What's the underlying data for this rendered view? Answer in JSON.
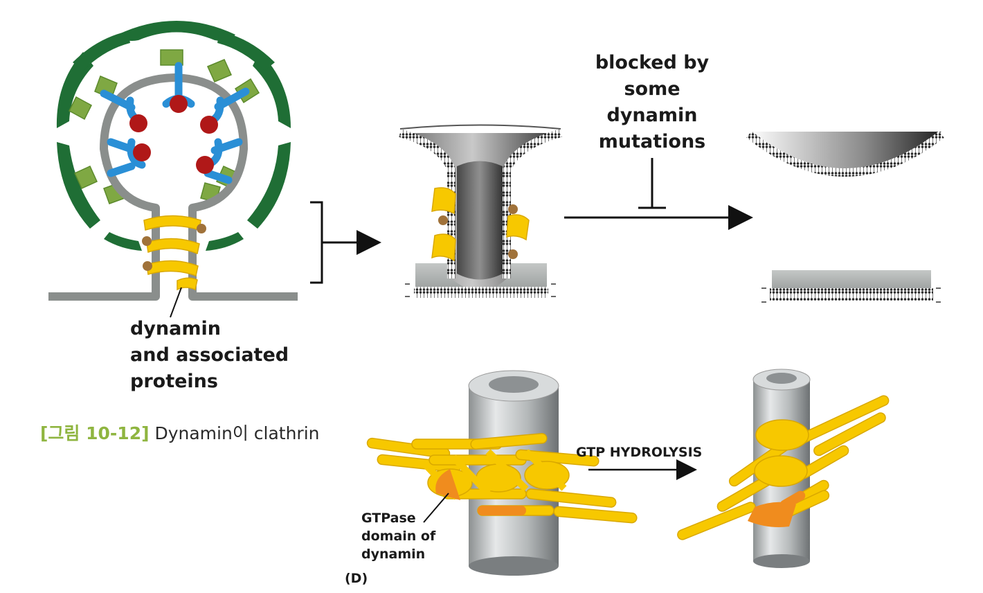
{
  "labels": {
    "dynamin_line1": "dynamin",
    "dynamin_line2": "and associated",
    "dynamin_line3": "proteins",
    "blocked_line1": "blocked by",
    "blocked_line2": "some",
    "blocked_line3": "dynamin",
    "blocked_line4": "mutations",
    "gtp_hydrolysis": "GTP HYDROLYSIS",
    "gtpase_line1": "GTPase",
    "gtpase_line2": "domain of",
    "gtpase_line3": "dynamin",
    "panel_letter": "(D)"
  },
  "caption": {
    "figure_ref": "[그림 10-12]",
    "text": "Dynamin이 clathrin"
  },
  "colors": {
    "clathrin": "#1f6e35",
    "adaptin": "#7fa843",
    "receptor": "#2a8fd6",
    "cargo": "#b01818",
    "membrane": "#8a8e8c",
    "dynamin": "#f7c800",
    "gtpase_domain": "#f08c1e",
    "tube": "#b8bcbe"
  }
}
